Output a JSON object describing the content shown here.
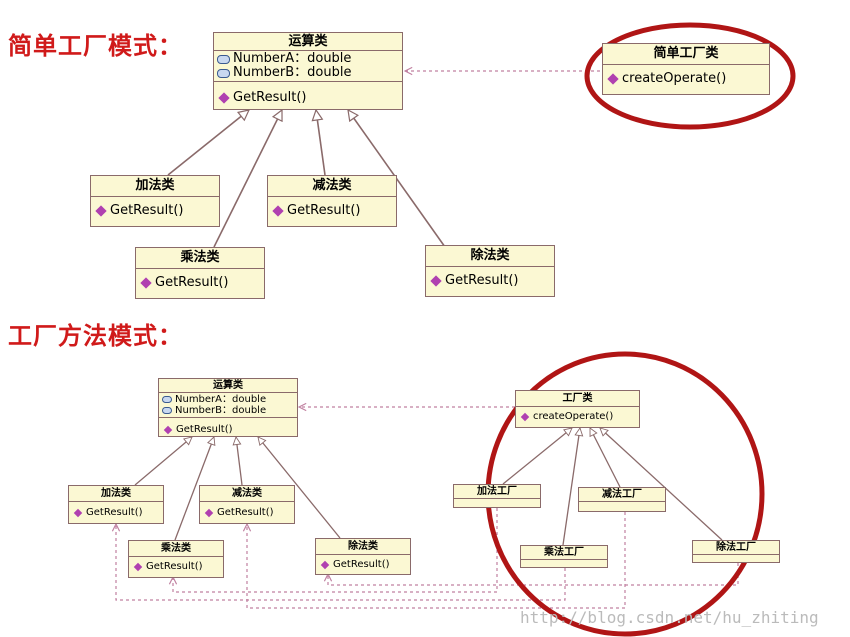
{
  "titles": {
    "simple": "简单工厂模式：",
    "method": "工厂方法模式："
  },
  "common": {
    "operation_class": "运算类",
    "field_a": "NumberA：double",
    "field_b": "NumberB：double",
    "get_result": "GetResult()",
    "create_operate": "createOperate()",
    "add_class": "加法类",
    "sub_class": "减法类",
    "mul_class": "乘法类",
    "div_class": "除法类"
  },
  "simple_factory": {
    "factory_class": "简单工厂类"
  },
  "factory_method": {
    "factory_class": "工厂类",
    "add_factory": "加法工厂",
    "sub_factory": "减法工厂",
    "mul_factory": "乘法工厂",
    "div_factory": "除法工厂"
  },
  "watermark": "http://blog.csdn.net/hu_zhiting",
  "colors": {
    "title": "#d01a1a",
    "highlight_ring": "#b01515",
    "class_fill": "#fbf8d3",
    "connector": "#8a6a6a"
  }
}
